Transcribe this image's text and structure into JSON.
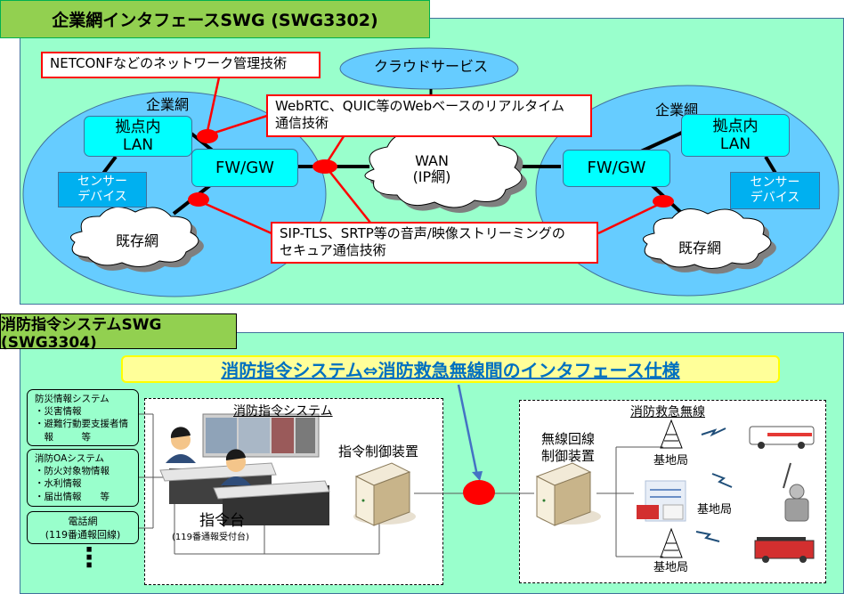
{
  "top_section": {
    "title": "企業網インタフェースSWG (SWG3302)",
    "cloud_service": "クラウドサービス",
    "wan_line1": "WAN",
    "wan_line2": "(IP網)",
    "left_network": {
      "label": "企業網",
      "lan_line1": "拠点内",
      "lan_line2": "LAN",
      "fwgw": "FW/GW",
      "sensor_line1": "センサー",
      "sensor_line2": "デバイス",
      "legacy": "既存網"
    },
    "right_network": {
      "label": "企業網",
      "lan_line1": "拠点内",
      "lan_line2": "LAN",
      "fwgw": "FW/GW",
      "sensor_line1": "センサー",
      "sensor_line2": "デバイス",
      "legacy": "既存網"
    },
    "callouts": {
      "netconf": "NETCONFなどのネットワーク管理技術",
      "webrtc_line1": "WebRTC、QUIC等のWebベースのリアルタイム",
      "webrtc_line2": "通信技術",
      "sip_line1": "SIP-TLS、SRTP等の音声/映像ストリーミングの",
      "sip_line2": "セキュア通信技術"
    }
  },
  "bottom_section": {
    "title": "消防指令システムSWG (SWG3304)",
    "banner": "消防指令システム⇔消防救急無線間のインタフェース仕様",
    "sources": [
      {
        "lines": [
          "防災情報システム",
          "・災害情報",
          "・避難行動要支援者情",
          "　報　　　等"
        ]
      },
      {
        "lines": [
          "消防OAシステム",
          "・防火対象物情報",
          "・水利情報",
          "・届出情報　　等"
        ]
      },
      {
        "lines": [
          "電話網",
          "(119番通報回線)"
        ]
      }
    ],
    "more_dots": "⋮",
    "dispatch_system": {
      "title": "消防指令システム",
      "console_label": "指令台",
      "console_sub": "(119番通報受付台)",
      "controller_label": "指令制御装置"
    },
    "radio_system": {
      "title": "消防救急無線",
      "controller_line1": "無線回線",
      "controller_line2": "制御装置",
      "base_station_top": "基地局",
      "base_station_mid": "基地局",
      "base_station_bottom": "基地局"
    }
  },
  "colors": {
    "panel_bg": "#99ffcc",
    "title_bg": "#92d050",
    "network_ellipse": "#66ccff",
    "callout_border": "#ff0000",
    "interface_dot": "#ff0000",
    "banner_text": "#0070c0",
    "banner_bg": "#ffff99"
  }
}
